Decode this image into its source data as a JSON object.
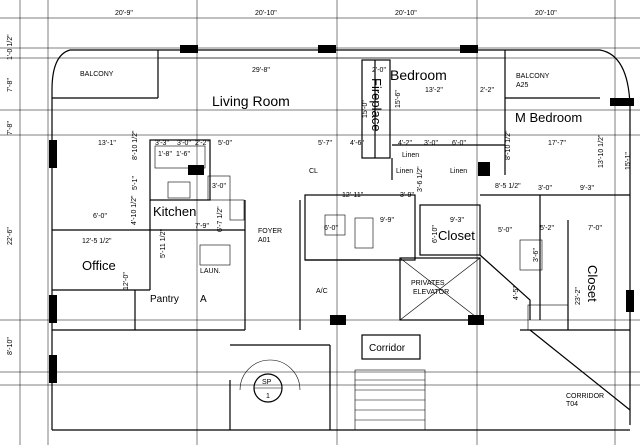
{
  "rooms": {
    "living_room": "Living Room",
    "bedroom": "Bedroom",
    "m_bedroom": "M Bedroom",
    "kitchen": "Kitchen",
    "office": "Office",
    "pantry": "Pantry",
    "closet_center": "Closet",
    "closet_right": "Closet",
    "fireplace": "Fireplace",
    "corridor": "Corridor",
    "balcony_left": "BALCONY",
    "balcony_right": "BALCONY",
    "balcony_right_code": "A25",
    "foyer": "FOYER",
    "foyer_code": "A01",
    "laundry": "LAUN.",
    "pantry_a": "A",
    "ac": "A/C",
    "linen_1": "Linen",
    "linen_2": "Linen",
    "linen_3": "Linen",
    "cl": "CL",
    "elevator_1": "PRIVATES",
    "elevator_2": "ELEVATOR",
    "stair_sp": "SP",
    "stair_num": "1",
    "corridor_code_1": "CORRIDOR",
    "corridor_code_2": "T04"
  },
  "dimensions": {
    "top_1": "20'-9\"",
    "top_2": "20'-10\"",
    "top_3": "20'-10\"",
    "top_4": "20'-10\"",
    "left_1": "1'-0 1/2\"",
    "left_2": "7'-8\"",
    "left_3": "7'-8\"",
    "left_4": "22'-6\"",
    "left_5": "8'-10\"",
    "right_1": "13'-10 1/2\"",
    "right_2": "15'-1\"",
    "living_width": "29'-8\"",
    "bed_width": "13'-2\"",
    "bed_2_0": "2'-0\"",
    "bed_2_2": "2'-2\"",
    "bed_15_0": "15'-0\"",
    "bed_15_6": "15'-6\"",
    "mbed_17_7": "17'-7\"",
    "mbed_8_10": "8'-10 1/2\"",
    "d_13_1": "13'-1\"",
    "d_8_10": "8'-10 1/2\"",
    "d_3_3": "3'-3\"",
    "d_3_0a": "3'-0\"",
    "d_2_2": "2'-2\"",
    "d_5_0": "5'-0\"",
    "d_1_8": "1'-8\"",
    "d_1_6": "1'-6\"",
    "d_5_7": "5'-7\"",
    "d_4_6": "4'-6\"",
    "d_4_2": "4'-2\"",
    "d_3_0b": "3'-0\"",
    "d_6_0": "6'-0\"",
    "d_12_11": "12'-11\"",
    "d_3_9": "3'-9\"",
    "d_8_5": "8'-5 1/2\"",
    "d_3_0c": "3'-0\"",
    "d_9_3": "9'-3\"",
    "d_5_1": "5'-1\"",
    "d_3_0d": "3'-0\"",
    "d_3_6": "3'-6 1/2\"",
    "d_6_0b": "6'-0\"",
    "d_4_10": "4'-10 1/2\"",
    "d_12_5": "12'-5 1/2\"",
    "d_6_7": "6'-7 1/2\"",
    "d_7_9": "7'-9\"",
    "d_5_11": "5'-11 1/2\"",
    "d_12_0": "12'-0\"",
    "d_6_0c": "6'-0\"",
    "d_9_9": "9'-9\"",
    "d_9_3b": "9'-3\"",
    "d_6_10": "6'-10\"",
    "d_5_0b": "5'-0\"",
    "d_5_2": "5'-2\"",
    "d_7_0": "7'-0\"",
    "d_23_2": "23'-2\"",
    "d_4_5": "4'-5\"",
    "d_3_6b": "3'-6\""
  }
}
